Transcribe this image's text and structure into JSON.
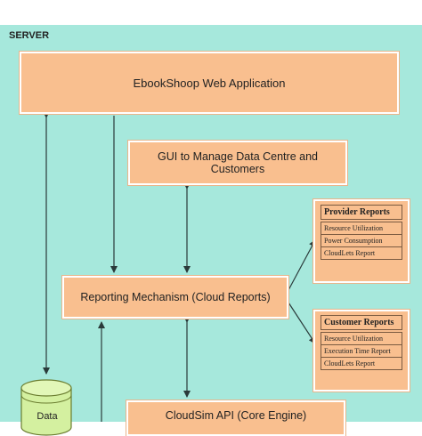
{
  "server_label": "SERVER",
  "nodes": {
    "web_app": "EbookShoop Web Application",
    "gui": "GUI to Manage Data Centre and Customers",
    "reporting": "Reporting Mechanism (Cloud Reports)",
    "cloudsim": "CloudSim API (Core Engine)",
    "datastore": "Data"
  },
  "provider_reports": {
    "title": "Provider Reports",
    "items": [
      "Resource Utilization",
      "Power Consumption",
      "CloudLets Report"
    ]
  },
  "customer_reports": {
    "title": "Customer Reports",
    "items": [
      "Resource Utilization",
      "Execution Time Report",
      "CloudLets Report"
    ]
  },
  "colors": {
    "background": "#a6e8dc",
    "box_fill": "#f9bf8f",
    "database_fill": "#d4f0a0"
  }
}
